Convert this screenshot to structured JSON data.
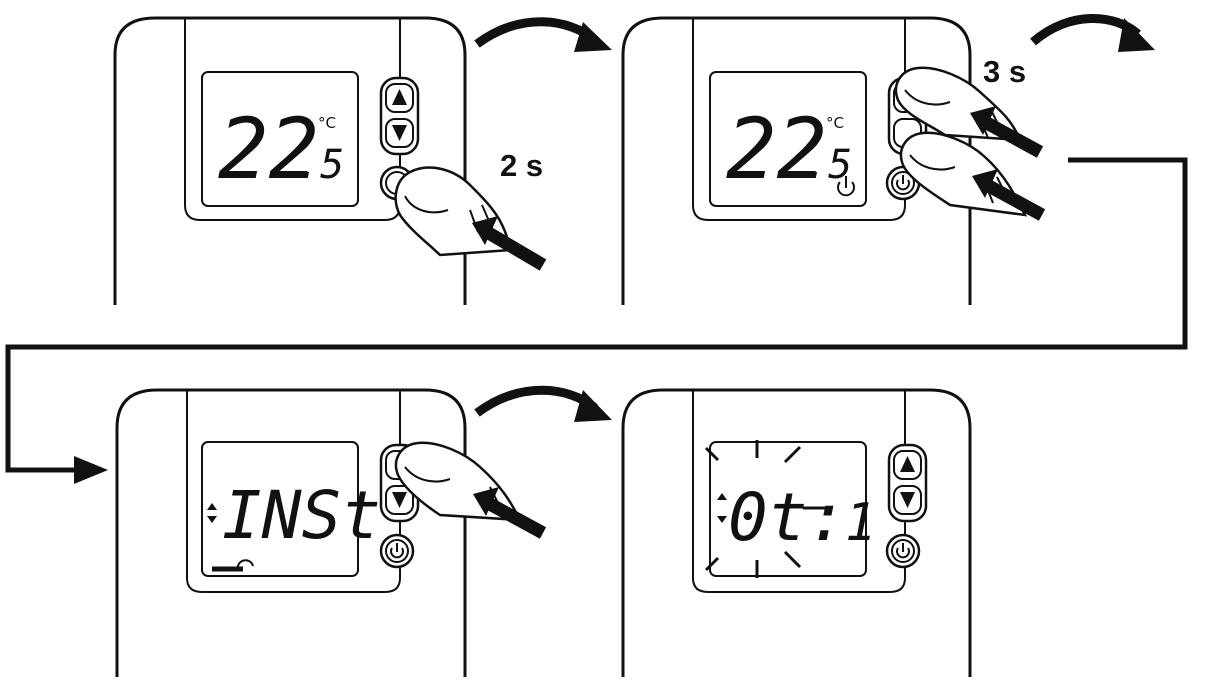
{
  "panels": [
    {
      "id": "p1",
      "temperature": "22",
      "decimal": ".5",
      "unit": "°C",
      "press_duration": "2 s"
    },
    {
      "id": "p2",
      "temperature": "22",
      "decimal": ".5",
      "unit": "°C",
      "press_duration": "3 s"
    },
    {
      "id": "p3",
      "display_text": "INSt"
    },
    {
      "id": "p4",
      "display_code": "0t:",
      "display_value": "1"
    }
  ],
  "icons": {
    "up": "up-arrow-icon",
    "down": "down-arrow-icon",
    "power": "power-icon",
    "wrench": "wrench-icon"
  }
}
